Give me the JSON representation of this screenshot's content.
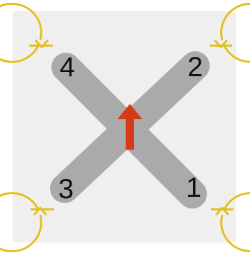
{
  "diagram": {
    "type": "quadcopter-motor-layout",
    "background_color": "#efefef",
    "arm_color": "#aaaaaa",
    "motor_pad_color": "#a9a9a9",
    "rotation_ring_color": "#e4bf1c",
    "heading_arrow_color": "#d63a18",
    "heading": "up",
    "motors": [
      {
        "number": "4",
        "position": "top-left",
        "rotation": "clockwise"
      },
      {
        "number": "2",
        "position": "top-right",
        "rotation": "counter-clockwise"
      },
      {
        "number": "3",
        "position": "bottom-left",
        "rotation": "counter-clockwise"
      },
      {
        "number": "1",
        "position": "bottom-right",
        "rotation": "clockwise"
      }
    ]
  }
}
